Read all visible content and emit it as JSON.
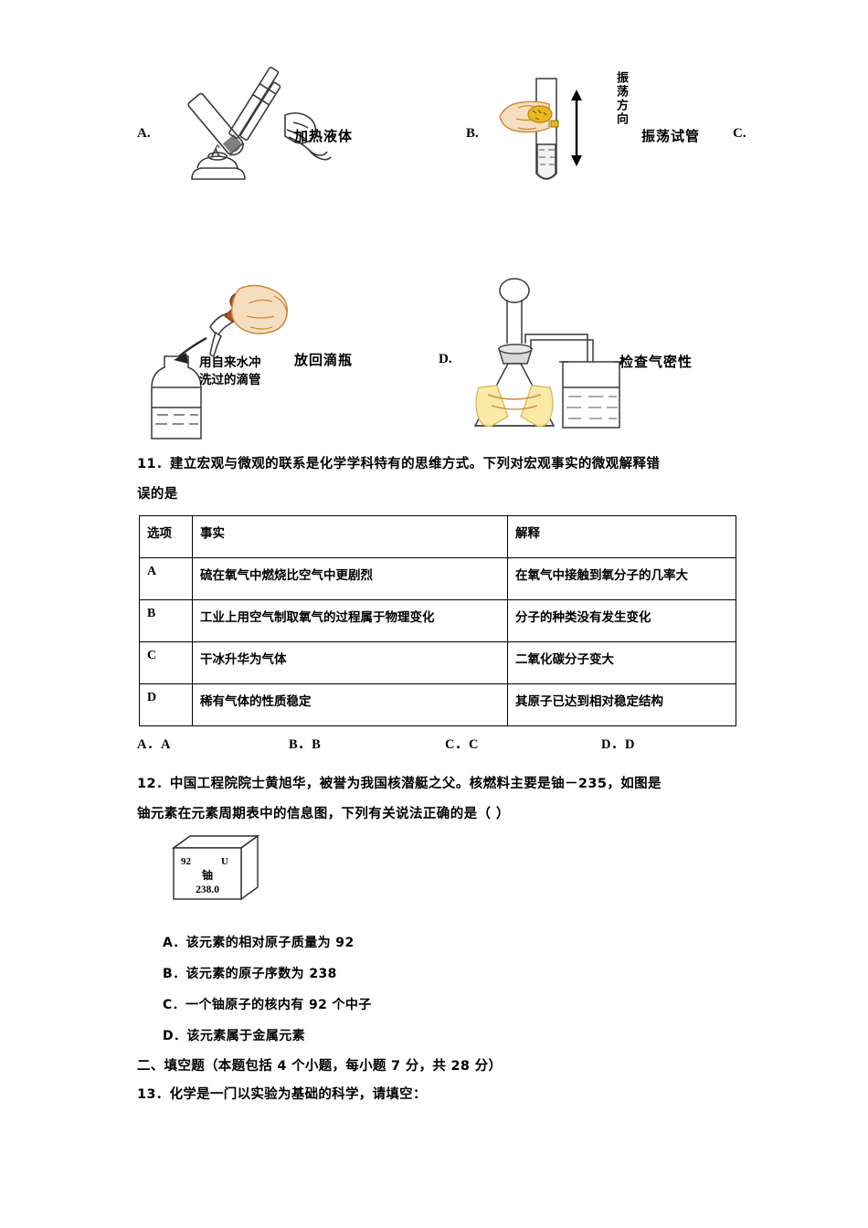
{
  "figures": [
    {
      "letter": "A.",
      "caption": "加热液体",
      "icon": "alcohol-lamp-heating-liquid-figure"
    },
    {
      "letter": "B.",
      "caption": "振荡试管",
      "vertical_caption": "振荡方向",
      "trailing_letter": "C.",
      "icon": "shaking-test-tube-figure"
    },
    {
      "letter": "",
      "caption": "放回滴瓶",
      "note": "用自来水冲\n洗过的滴管",
      "note_line1": "用自来水冲",
      "note_line2": "洗过的滴管",
      "icon": "dropper-returned-to-bottle-figure"
    },
    {
      "letter": "D.",
      "caption": "检查气密性",
      "icon": "gas-tightness-check-figure"
    }
  ],
  "q11": {
    "line1": "11．建立宏观与微观的联系是化学学科特有的思维方式。下列对宏观事实的微观解释错",
    "line2": "误的是",
    "table": {
      "headers": [
        "选项",
        "事实",
        "解释"
      ],
      "rows": [
        {
          "option": "A",
          "fact": "硫在氧气中燃烧比空气中更剧烈",
          "explanation": "在氧气中接触到氧分子的几率大"
        },
        {
          "option": "B",
          "fact": "工业上用空气制取氧气的过程属于物理变化",
          "explanation": "分子的种类没有发生变化"
        },
        {
          "option": "C",
          "fact": "干冰升华为气体",
          "explanation": "二氧化碳分子变大"
        },
        {
          "option": "D",
          "fact": "稀有气体的性质稳定",
          "explanation": "其原子已达到相对稳定结构"
        }
      ]
    },
    "answers": [
      "A．A",
      "B．B",
      "C．C",
      "D．D"
    ]
  },
  "q12": {
    "line1": "12．中国工程院院士黄旭华，被誉为我国核潜艇之父。核燃料主要是铀－235，如图是",
    "line2": "铀元素在元素周期表中的信息图，下列有关说法正确的是（ ）",
    "element_box": {
      "atomic_number": "92",
      "symbol": "U",
      "chinese_name": "铀",
      "atomic_mass": "238.0"
    },
    "choices": [
      "A．该元素的相对原子质量为 92",
      "B．该元素的原子序数为 238",
      "C．一个铀原子的核内有 92 个中子",
      "D．该元素属于金属元素"
    ]
  },
  "section2": {
    "heading": "二、填空题（本题包括 4 个小题，每小题 7 分，共 28 分）",
    "q13": "13．化学是一门以实验为基础的科学，请填空："
  },
  "colors": {
    "text": "#000000",
    "page_background": "#ffffff",
    "skin": "#f6dfc0",
    "skin_line": "#c98a3c",
    "flame": "#fbe9a8",
    "dropper_bulb": "#b0522a",
    "tube_content": "#e8b820",
    "line": "#333333"
  }
}
